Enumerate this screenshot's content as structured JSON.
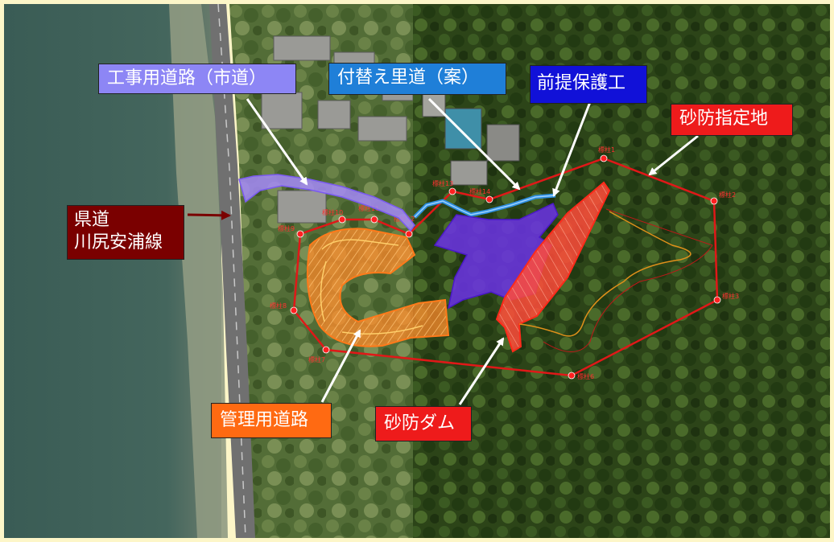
{
  "colors": {
    "sea": "#3d5f57",
    "forest": "#2f4a1a",
    "road": "#6e6e6e",
    "boundary": "#e41c1c",
    "management_road": "#ff7a1a",
    "construction_road": "#9a78f0",
    "replacement_path": "#2f8fe0",
    "premise_protection": "#5a2ad8",
    "sabo_dam": "#ff4a3a",
    "frame": "#fdf6c8"
  },
  "callouts": {
    "construction_road": {
      "label": "工事用道路（市道）",
      "bg": "#8d86f5",
      "color": "#ffffff"
    },
    "replacement_path": {
      "label": "付替え里道（案）",
      "bg": "#1f7fd8",
      "color": "#ffffff"
    },
    "premise_protection": {
      "label": "前提保護工",
      "bg": "#1111d8",
      "color": "#ffffff"
    },
    "designated_area": {
      "label": "砂防指定地",
      "bg": "#ee1b1b",
      "color": "#ffffff"
    },
    "prefectural_road": {
      "line1": "県道",
      "line2": "川尻安浦線",
      "bg": "#7a0000",
      "color": "#ffffff"
    },
    "management_road": {
      "label": "管理用道路",
      "bg": "#ff6a12",
      "color": "#ffffff"
    },
    "sabo_dam": {
      "label": "砂防ダム",
      "bg": "#ee1b1b",
      "color": "#ffffff"
    }
  },
  "boundary_markers": {
    "m1": "標柱1",
    "m2": "標柱2",
    "m3": "標柱3",
    "m6": "標柱6",
    "m7": "標柱7",
    "m8": "標柱8",
    "m9": "標柱9",
    "m10": "標柱10",
    "m11": "標柱11",
    "m12": "標柱12",
    "m13": "標柱13",
    "m14": "標柱14"
  }
}
